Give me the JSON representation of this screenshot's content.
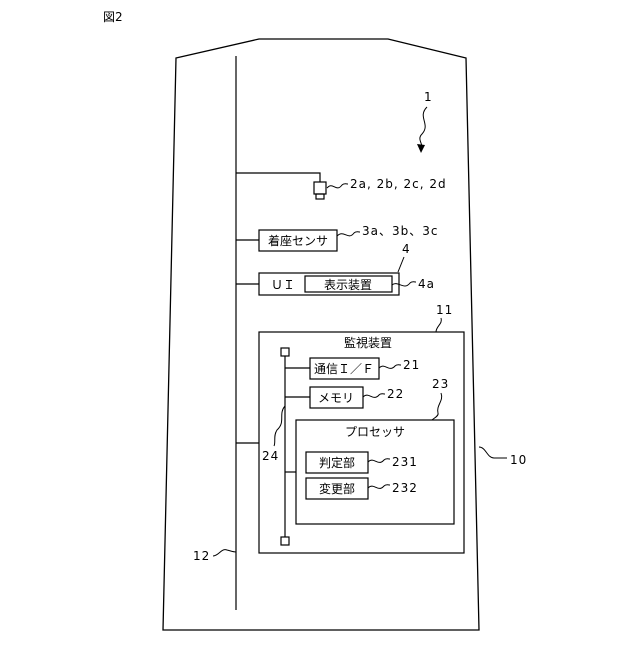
{
  "figure_label": "図2",
  "references": {
    "system": "1",
    "cameras": "2a, 2b, 2c, 2d",
    "seat_sensors": "3a、3b、3c",
    "ui": "4",
    "display": "4a",
    "vehicle": "10",
    "monitoring_device": "11",
    "bus_line": "12",
    "comm_if": "21",
    "memory": "22",
    "processor": "23",
    "internal_bus": "24",
    "judgment_unit": "231",
    "change_unit": "232"
  },
  "labels": {
    "seat_sensor": "着座センサ",
    "ui": "ＵＩ",
    "display": "表示装置",
    "monitoring_device": "監視装置",
    "comm_if": "通信Ｉ／Ｆ",
    "memory": "メモリ",
    "processor": "プロセッサ",
    "judgment_unit": "判定部",
    "change_unit": "変更部"
  }
}
